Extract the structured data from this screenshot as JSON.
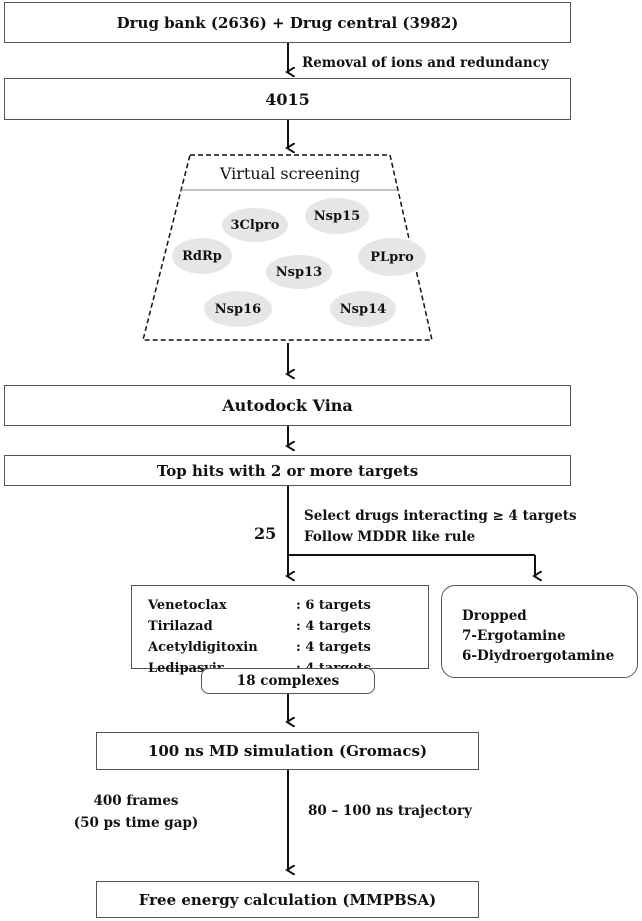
{
  "nodes": {
    "source": "Drug bank (2636) + Drug central (3982)",
    "step1_label": "Removal of ions and redundancy",
    "count": "4015",
    "vs_title": "Virtual screening",
    "targets": [
      "3Clpro",
      "Nsp15",
      "RdRp",
      "Nsp13",
      "PLpro",
      "Nsp16",
      "Nsp14"
    ],
    "docking": "Autodock Vina",
    "top_hits": "Top hits with 2 or more targets",
    "count25": "25",
    "select_line1": "Select drugs interacting ≥ 4 targets",
    "select_line2": "Follow MDDR like rule",
    "drugs": [
      {
        "name": "Venetoclax",
        "targets": ": 6 targets"
      },
      {
        "name": "Tirilazad",
        "targets": ": 4 targets"
      },
      {
        "name": "Acetyldigitoxin",
        "targets": ": 4 targets"
      },
      {
        "name": "Ledipasvir",
        "targets": ": 4 targets"
      }
    ],
    "complexes": "18 complexes",
    "dropped": [
      "Dropped",
      "7-Ergotamine",
      "6-Diydroergotamine"
    ],
    "md": "100 ns MD simulation (Gromacs)",
    "frames_line1": "400 frames",
    "frames_line2": "(50 ps time gap)",
    "trajectory": "80 – 100 ns trajectory",
    "free_energy": "Free energy calculation (MMPBSA)"
  }
}
